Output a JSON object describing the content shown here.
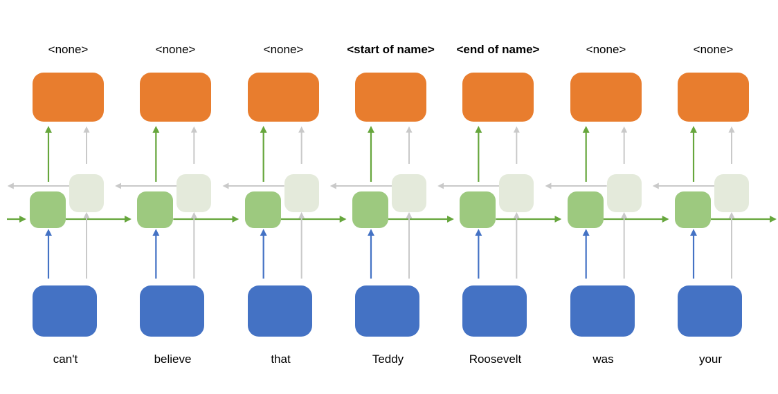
{
  "diagram": {
    "type": "bidirectional-rnn-sequence-labeling",
    "columns": [
      {
        "output_label": "<none>",
        "word": "can't",
        "emphasis": false
      },
      {
        "output_label": "<none>",
        "word": "believe",
        "emphasis": false
      },
      {
        "output_label": "<none>",
        "word": "that",
        "emphasis": false
      },
      {
        "output_label": "<start of name>",
        "word": "Teddy",
        "emphasis": true
      },
      {
        "output_label": "<end of name>",
        "word": "Roosevelt",
        "emphasis": true
      },
      {
        "output_label": "<none>",
        "word": "was",
        "emphasis": false
      },
      {
        "output_label": "<none>",
        "word": "your",
        "emphasis": false
      }
    ],
    "colors": {
      "output_box": "#E87D2E",
      "input_box": "#4472C4",
      "forward_cell": "#9DC97F",
      "backward_cell": "#E4EADB",
      "forward_arrow": "#66A63C",
      "backward_arrow": "#C9C9C9",
      "input_arrow": "#4472C4",
      "text": "#000000"
    }
  }
}
